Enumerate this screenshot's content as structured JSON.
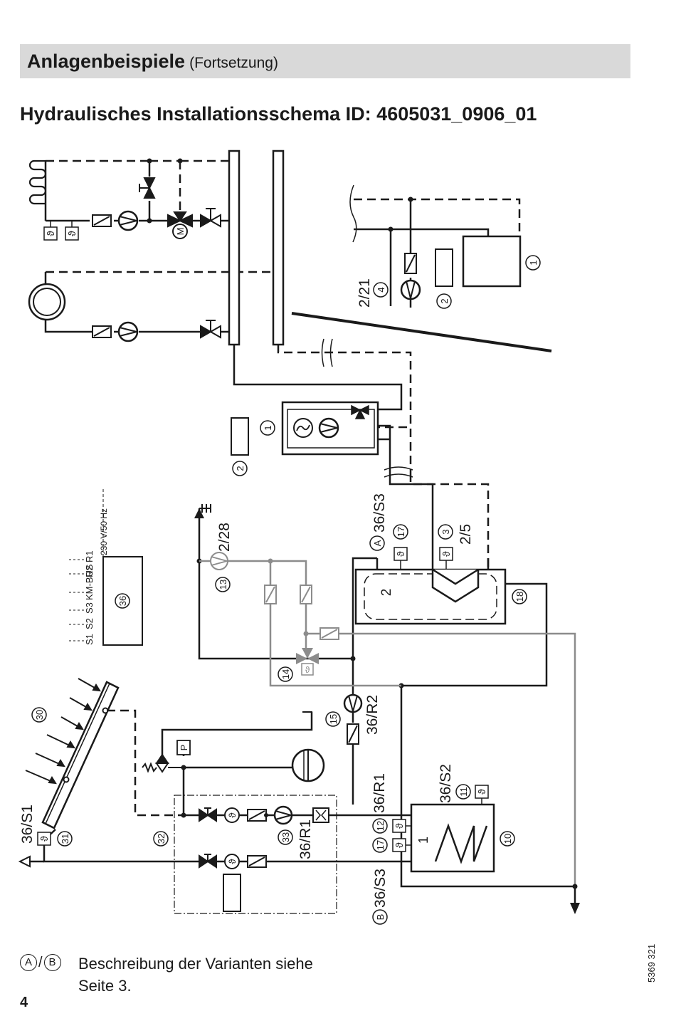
{
  "header": {
    "title": "Anlagenbeispiele",
    "subtitle": "(Fortsetzung)"
  },
  "schema_title": "Hydraulisches Installationsschema ID: 4605031_0906_01",
  "component_numbers": {
    "n1": "1",
    "n2": "2",
    "n3": "3",
    "n4": "4",
    "n10": "10",
    "n11": "11",
    "n12": "12",
    "n13": "13",
    "n14": "14",
    "n15": "15",
    "n17": "17",
    "n18": "18",
    "n30": "30",
    "n31": "31",
    "n32": "32",
    "n33": "33",
    "n36": "36"
  },
  "wiring_labels": {
    "s3_top": "36/S3",
    "s3_bottom": "36/S3",
    "r1": "36/R1",
    "r1_pump": "36/R1",
    "r2": "36/R2",
    "s2": "36/S2",
    "s1": "36/S1",
    "pump_2_28": "2/28",
    "pump_2_21": "2/21",
    "coil_2_5": "2/5"
  },
  "variants": {
    "a": "A",
    "b": "B"
  },
  "storage_labels": {
    "upper": "2",
    "lower": "1"
  },
  "terminal_box": {
    "voltage": "230 V/50 Hz",
    "terminals": [
      "S1",
      "S2",
      "S3",
      "KM-BUS",
      "R2",
      "R1"
    ]
  },
  "symbols": {
    "temperature_sensor": "ϑ",
    "pressure_gauge": "P",
    "motor": "M"
  },
  "footnote": {
    "variant_a": "A",
    "separator": "/",
    "variant_b": "B",
    "text": "Beschreibung der Varianten siehe Seite 3."
  },
  "page_number": "4",
  "doc_number": "5369 321"
}
